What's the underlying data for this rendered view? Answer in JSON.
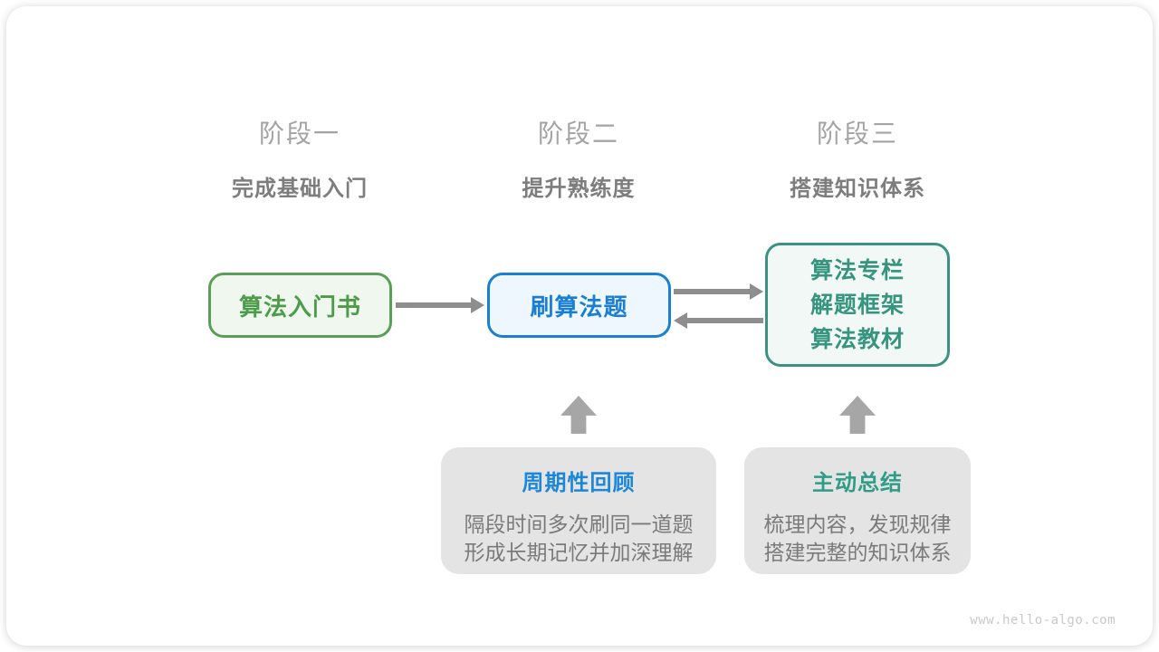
{
  "watermark": "www.hello-algo.com",
  "stages": [
    {
      "label": "阶段一",
      "subtitle": "完成基础入门"
    },
    {
      "label": "阶段二",
      "subtitle": "提升熟练度"
    },
    {
      "label": "阶段三",
      "subtitle": "搭建知识体系"
    }
  ],
  "flow_nodes": {
    "intro_book": {
      "label": "算法入门书",
      "border_color": "#5b9e57",
      "fill_color": "#f0f7ef",
      "text_color": "#4d9c49"
    },
    "problem_practice": {
      "label": "刷算法题",
      "border_color": "#1b80d1",
      "fill_color": "#eef7fd",
      "text_color": "#1a7fd4"
    },
    "knowledge_system": {
      "lines": [
        "算法专栏",
        "解题框架",
        "算法教材"
      ],
      "border_color": "#3b9183",
      "fill_color": "#f2f8f6",
      "text_color": "#36957e"
    }
  },
  "callouts": [
    {
      "title": "周期性回顾",
      "title_color": "#1c87d9",
      "body_lines": [
        "隔段时间多次刷同一道题",
        "形成长期记忆并加深理解"
      ]
    },
    {
      "title": "主动总结",
      "title_color": "#2e9c87",
      "body_lines": [
        "梳理内容，发现规律",
        "搭建完整的知识体系"
      ]
    }
  ],
  "arrow_colors": {
    "horizontal": "#8e8e8e",
    "block_up": "#a6a6a6"
  }
}
